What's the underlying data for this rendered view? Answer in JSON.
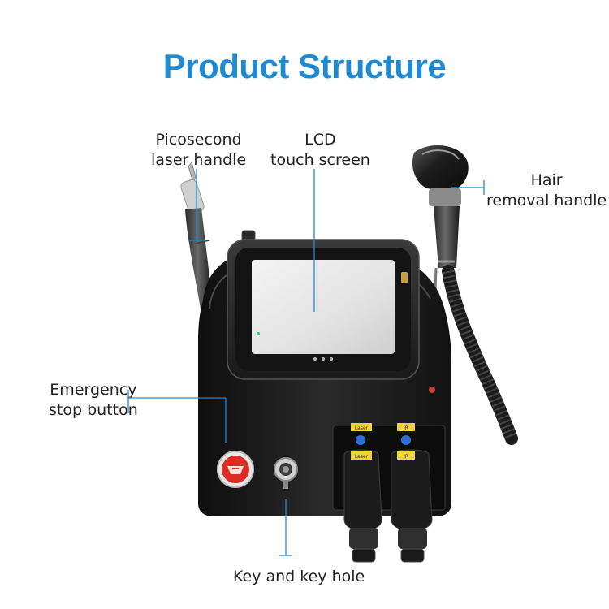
{
  "title": "Product Structure",
  "accent_color": "#1f8ad1",
  "labels": {
    "picosecond": [
      "Picosecond",
      "laser handle"
    ],
    "lcd": [
      "LCD",
      "touch screen"
    ],
    "hair": [
      "Hair",
      "removal handle"
    ],
    "emergency": [
      "Emergency",
      "stop button"
    ],
    "key": [
      "Key and key hole"
    ]
  },
  "panel_tags": {
    "top_left": "Laser",
    "top_right": "IR",
    "mid_left": "Laser",
    "mid_right": "IR"
  }
}
